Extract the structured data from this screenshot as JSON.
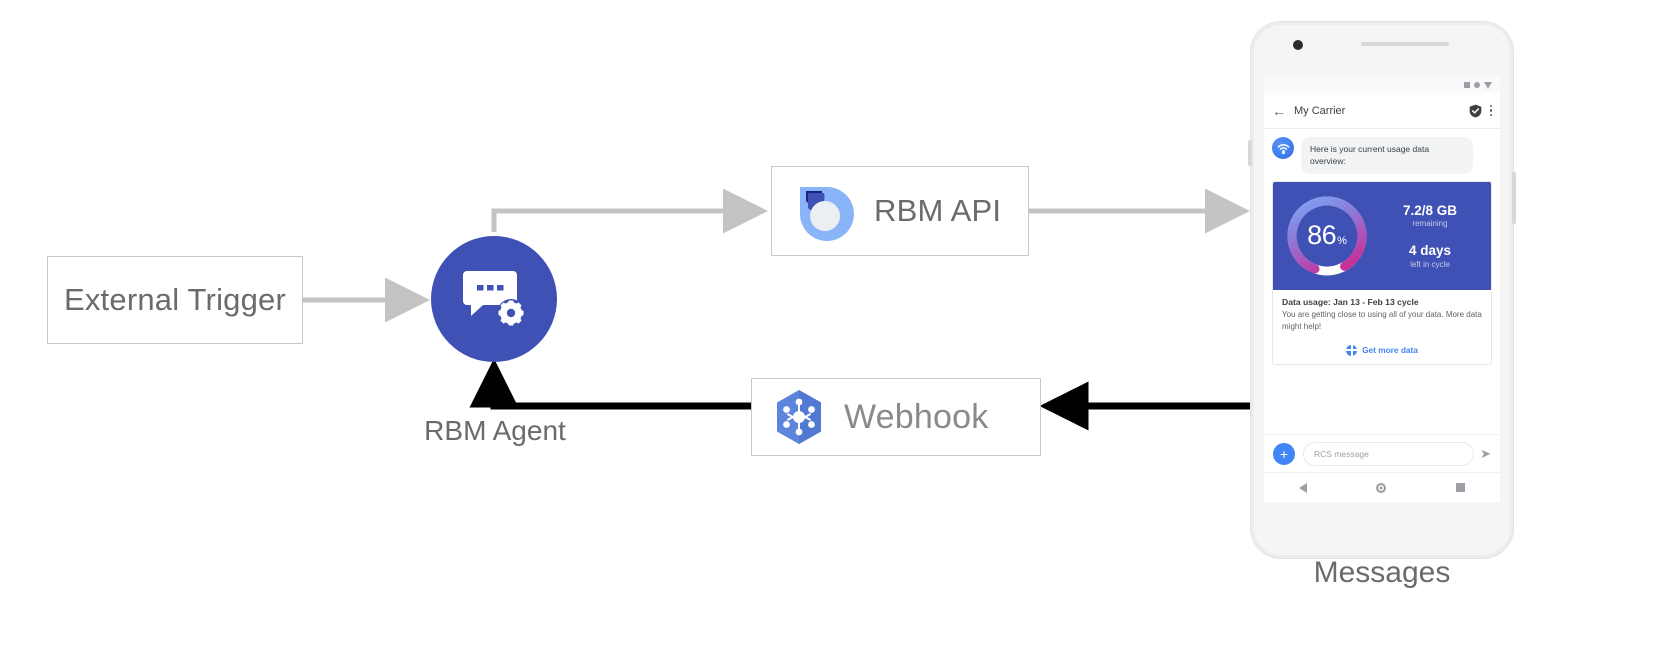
{
  "diagram": {
    "type": "flow",
    "nodes": [
      {
        "id": "external-trigger",
        "label": "External Trigger",
        "shape": "rect"
      },
      {
        "id": "rbm-agent",
        "label": "RBM Agent",
        "shape": "circle",
        "icon": "chat-gear-icon",
        "color": "#3f51b5"
      },
      {
        "id": "rbm-api",
        "label": "RBM API",
        "shape": "rect",
        "icon": "rbm-api-logo-icon"
      },
      {
        "id": "webhook",
        "label": "Webhook",
        "shape": "rect",
        "icon": "webhook-hex-icon"
      },
      {
        "id": "messages",
        "label": "Messages",
        "shape": "device"
      }
    ],
    "edges": [
      {
        "from": "external-trigger",
        "to": "rbm-agent",
        "style": "gray"
      },
      {
        "from": "rbm-agent",
        "to": "rbm-api",
        "style": "gray"
      },
      {
        "from": "rbm-api",
        "to": "messages",
        "style": "gray"
      },
      {
        "from": "messages",
        "to": "webhook",
        "style": "black"
      },
      {
        "from": "webhook",
        "to": "rbm-agent",
        "style": "black"
      }
    ]
  },
  "phone": {
    "status_bar": {
      "icons": [
        "square-icon",
        "circle-icon",
        "triangle-down-icon"
      ]
    },
    "app_bar": {
      "back_icon": "back-arrow-icon",
      "title": "My Carrier",
      "verified_icon": "verified-shield-icon",
      "overflow_icon": "more-vertical-icon"
    },
    "conversation": {
      "avatar_icon": "carrier-signal-icon",
      "bubble_text": "Here is your current usage data overview:",
      "card": {
        "gauge": {
          "value": "86",
          "unit": "%",
          "percent": 86
        },
        "stat_primary": {
          "value": "7.2/8 GB",
          "caption": "remaining"
        },
        "stat_secondary": {
          "value": "4 days",
          "caption": "left in cycle"
        },
        "title": "Data usage: Jan 13 - Feb 13 cycle",
        "description": "You are getting close to using all of your data. More data might help!",
        "action": {
          "icon": "globe-icon",
          "label": "Get more data"
        }
      }
    },
    "composer": {
      "add_label": "+",
      "placeholder": "RCS message",
      "send_icon": "send-icon"
    },
    "nav_bar": {
      "icons": [
        "back-triangle-icon",
        "home-circle-icon",
        "recents-square-icon"
      ]
    },
    "caption": "Messages"
  },
  "colors": {
    "brand_blue": "#3f51b5",
    "accent_blue": "#4285f4",
    "gauge_start": "#7baaf7",
    "gauge_mid": "#9c5fc4",
    "gauge_end": "#d81b7f",
    "arrow_gray": "#c4c4c4",
    "arrow_black": "#000000",
    "text_gray": "#6b6b6b"
  }
}
